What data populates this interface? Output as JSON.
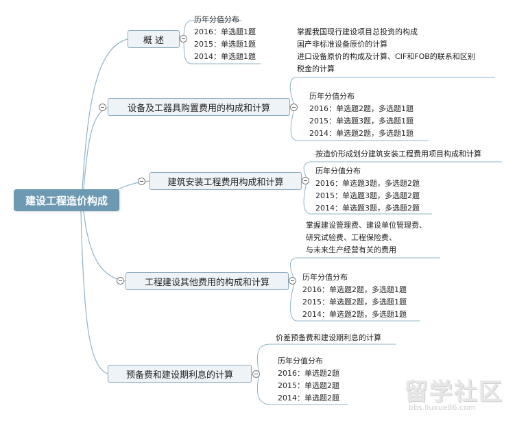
{
  "root": {
    "label": "建设工程造价构成"
  },
  "topics": [
    {
      "label": "概 述",
      "notes": [
        "掌握我国现行建设项目总投资的构成",
        "国产非标准设备原价的计算",
        "进口设备原价的构成及计算、CIF和FOB的联系和区别",
        "税金的计算"
      ],
      "history": [
        "历年分值分布",
        "2016：单选题1题",
        "2015：单选题1题",
        "2014：单选题1题"
      ]
    },
    {
      "label": "设备及工器具购置费用的构成和计算",
      "history": [
        "历年分值分布",
        "2016：单选题2题，多选题1题",
        "2015：单选题3题，多选题1题",
        "2014：单选题2题，多选题1题"
      ]
    },
    {
      "label": "建筑安装工程费用构成和计算",
      "notes": [
        "按造价形成划分建筑安装工程费用项目构成和计算"
      ],
      "history": [
        "历年分值分布",
        "2016：单选题3题，多选题2题",
        "2015：单选题3题，多选题2题",
        "2014：单选题3题，多选题2题"
      ]
    },
    {
      "label": "工程建设其他费用的构成和计算",
      "notes": [
        "掌握建设管理费、建设单位管理费、",
        "研究试验费、工程保险费、",
        "与未来生产经营有关的费用"
      ],
      "history": [
        "历年分值分布",
        "2016：单选题2题，多选题1题",
        "2015：单选题2题，多选题1题",
        "2014：单选题2题，多选题1题"
      ]
    },
    {
      "label": "预备费和建设期利息的计算",
      "notes": [
        "价差预备费和建设期利息的计算"
      ],
      "history": [
        "历年分值分布",
        "2016：单选题2题",
        "2015：单选题2题",
        "2014：单选题2题"
      ]
    }
  ],
  "watermark": {
    "main": "留学社区",
    "url": "bbs.liuxue86.com"
  },
  "colors": {
    "line": "#8fb3c9",
    "root": "#6d99b3",
    "topic_bg": "#eef3f7",
    "topic_border": "#8aa9bd"
  }
}
